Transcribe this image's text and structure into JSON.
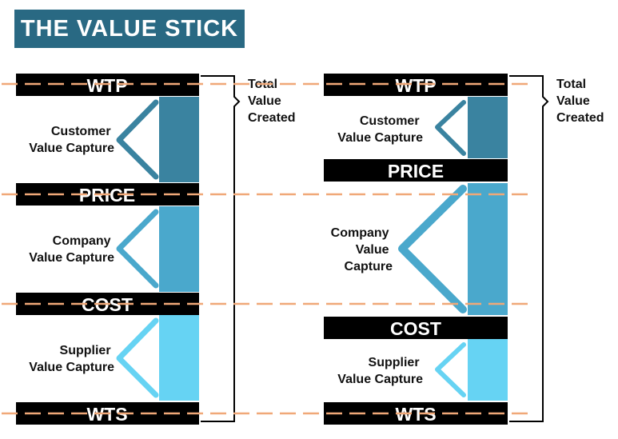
{
  "title": "THE VALUE STICK",
  "colors": {
    "title_bg": "#296983",
    "bar_black": "#000000",
    "customer_fill": "#3a83a0",
    "company_fill": "#4aa8cc",
    "supplier_fill": "#66d3f3",
    "dashed_line": "#f0a878"
  },
  "left_stick": {
    "labels": {
      "wtp": "WTP",
      "price": "PRICE",
      "cost": "COST",
      "wts": "WTS"
    },
    "segments": {
      "customer": [
        "Customer",
        "Value Capture"
      ],
      "company": [
        "Company",
        "Value Capture"
      ],
      "supplier": [
        "Supplier",
        "Value Capture"
      ]
    },
    "total": [
      "Total",
      "Value",
      "Created"
    ]
  },
  "right_stick": {
    "labels": {
      "wtp": "WTP",
      "price": "PRICE",
      "cost": "COST",
      "wts": "WTS"
    },
    "segments": {
      "customer": [
        "Customer",
        "Value Capture"
      ],
      "company": [
        "Company",
        "Value",
        "Capture"
      ],
      "supplier": [
        "Supplier",
        "Value Capture"
      ]
    },
    "total": [
      "Total",
      "Value",
      "Created"
    ]
  }
}
